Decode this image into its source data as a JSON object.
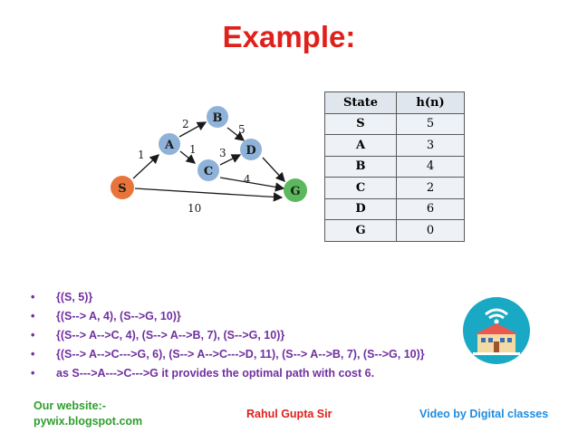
{
  "title": "Example:",
  "graph": {
    "nodes": [
      "S",
      "A",
      "B",
      "C",
      "D",
      "G"
    ],
    "edge_labels": [
      "1",
      "2",
      "1",
      "5",
      "3",
      "4",
      "10"
    ],
    "colors": {
      "start": "#e8743b",
      "goal": "#5cb85c",
      "node": "#8fb2d8",
      "edge": "#1a1a1a"
    }
  },
  "table": {
    "headers": [
      "State",
      "h(n)"
    ],
    "rows": [
      [
        "S",
        "5"
      ],
      [
        "A",
        "3"
      ],
      [
        "B",
        "4"
      ],
      [
        "C",
        "2"
      ],
      [
        "D",
        "6"
      ],
      [
        "G",
        "0"
      ]
    ]
  },
  "bullets": [
    "{(S, 5)}",
    "{(S--> A, 4), (S-->G, 10)}",
    "{(S--> A-->C, 4), (S--> A-->B, 7), (S-->G, 10)}",
    "{(S--> A-->C--->G, 6), (S--> A-->C--->D, 11), (S--> A-->B, 7), (S-->G, 10)}",
    "as S--->A--->C--->G it provides the optimal path with cost 6."
  ],
  "bullet_glyph": "•",
  "footer": {
    "website_label": "Our website:-",
    "website_url": "pywix.blogspot.com",
    "author": "Rahul Gupta Sir",
    "credit": "Video by Digital classes"
  },
  "logo_icon": "school-wifi-icon"
}
